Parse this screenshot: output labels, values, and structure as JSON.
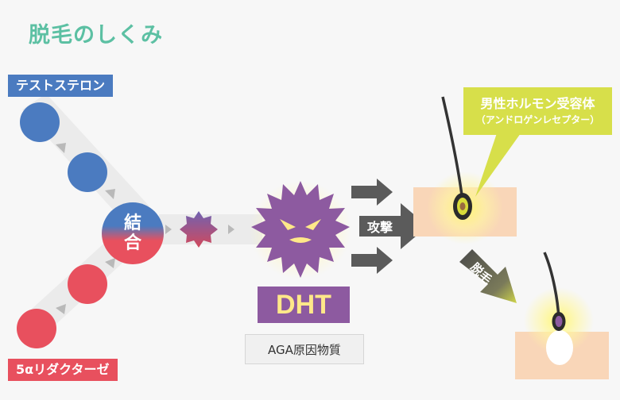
{
  "title": "脱毛のしくみ",
  "labels": {
    "testosterone": "テストステロン",
    "reductase": "5αリダクターゼ",
    "combine_top": "結",
    "combine_bottom": "合",
    "dht": "DHT",
    "aga": "AGA原因物質",
    "attack": "攻撃",
    "hair_loss": "脱毛",
    "receptor": "男性ホルモン受容体",
    "receptor_sub": "（アンドロゲンレセプター）"
  },
  "colors": {
    "title": "#5cc0a3",
    "blue": "#4b7bc0",
    "red": "#e8505e",
    "purple": "#8d5aa0",
    "yellow": "#d7df4a",
    "arrow": "#5b5b5b",
    "skin": "#f9d6b8"
  }
}
